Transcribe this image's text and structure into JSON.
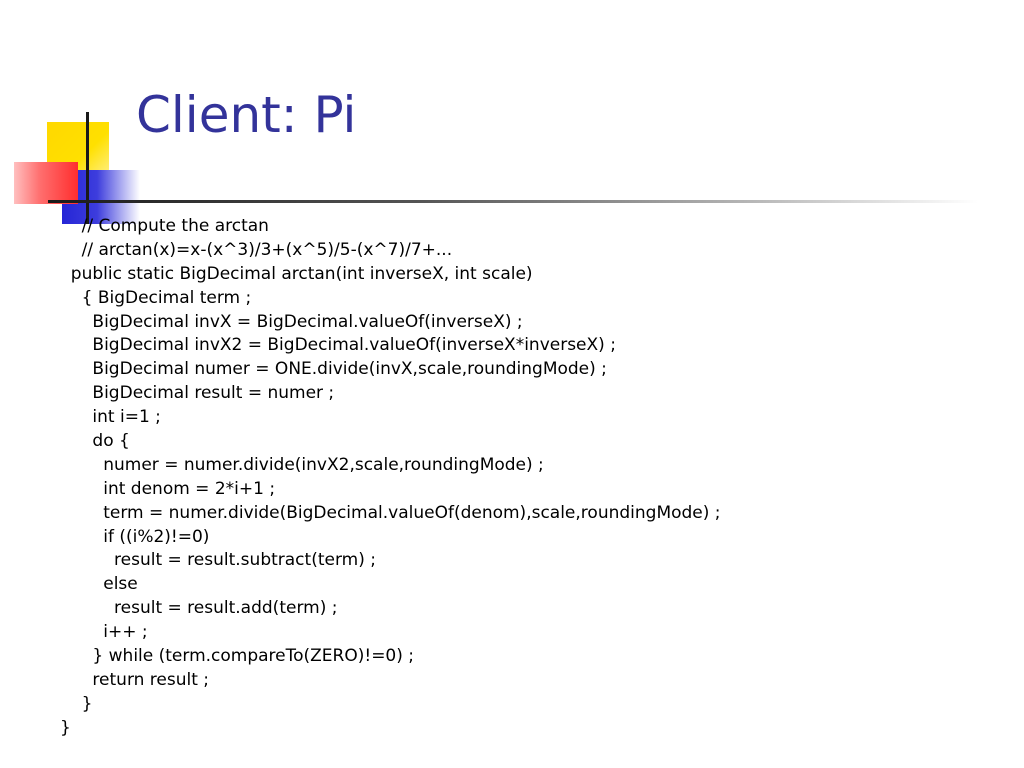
{
  "slide": {
    "title": "Client: Pi",
    "code_lines": [
      "    // Compute the arctan",
      "    // arctan(x)=x-(x^3)/3+(x^5)/5-(x^7)/7+...",
      "  public static BigDecimal arctan(int inverseX, int scale)",
      "    { BigDecimal term ;",
      "      BigDecimal invX = BigDecimal.valueOf(inverseX) ;",
      "      BigDecimal invX2 = BigDecimal.valueOf(inverseX*inverseX) ;",
      "      BigDecimal numer = ONE.divide(invX,scale,roundingMode) ;",
      "      BigDecimal result = numer ;",
      "      int i=1 ;",
      "      do {",
      "        numer = numer.divide(invX2,scale,roundingMode) ;",
      "        int denom = 2*i+1 ;",
      "        term = numer.divide(BigDecimal.valueOf(denom),scale,roundingMode) ;",
      "        if ((i%2)!=0)",
      "          result = result.subtract(term) ;",
      "        else",
      "          result = result.add(term) ;",
      "        i++ ;",
      "      } while (term.compareTo(ZERO)!=0) ;",
      "      return result ;",
      "    }",
      "}"
    ]
  },
  "colors": {
    "title": "#33339a",
    "accent_yellow": "#ffd800",
    "accent_blue": "#2525d6",
    "accent_red": "#ff2e2e"
  }
}
